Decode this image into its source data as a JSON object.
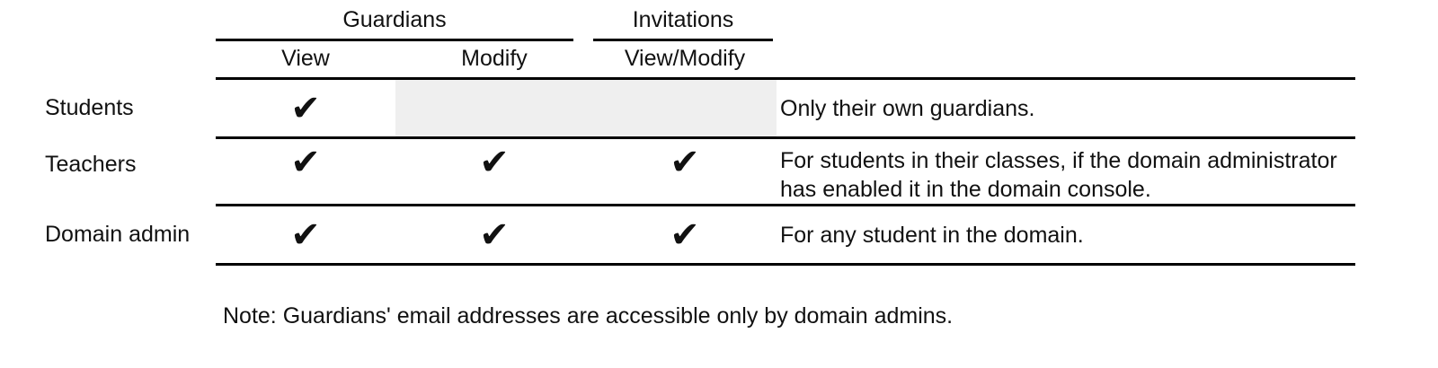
{
  "table": {
    "group_headers": [
      {
        "label": "Guardians"
      },
      {
        "label": "Invitations"
      }
    ],
    "sub_headers": [
      {
        "label": "View"
      },
      {
        "label": "Modify"
      },
      {
        "label": "View/Modify"
      }
    ],
    "check_glyph": "✔",
    "shade_color": "#efefef",
    "rule_color": "#000000",
    "rows": [
      {
        "label": "Students",
        "guardians_view": "✔",
        "guardians_modify": "",
        "invitations": "",
        "description_line1": "Only their own guardians.",
        "description_line2": "",
        "shaded": true
      },
      {
        "label": "Teachers",
        "guardians_view": "✔",
        "guardians_modify": "✔",
        "invitations": "✔",
        "description_line1": "For students in their classes, if the domain administrator",
        "description_line2": "has enabled it in the domain console.",
        "shaded": false
      },
      {
        "label": "Domain admin",
        "guardians_view": "✔",
        "guardians_modify": "✔",
        "invitations": "✔",
        "description_line1": "For any student in the domain.",
        "description_line2": "",
        "shaded": false
      }
    ]
  },
  "note": "Note: Guardians' email addresses are accessible only by domain admins."
}
